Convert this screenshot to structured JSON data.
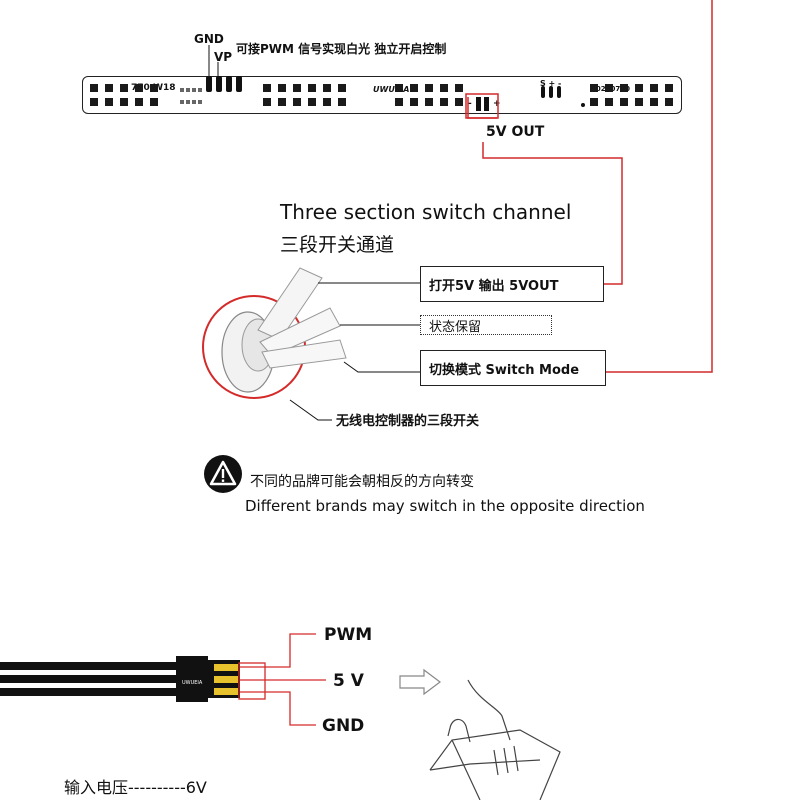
{
  "top": {
    "gnd": "GND",
    "vp": "VP",
    "pwm_note": "可接PWM 信号实现白光  独立开启控制",
    "board_model": "770-W18",
    "brand": "UWUEIA",
    "s_marks": "S + -",
    "date_code": "20230730",
    "pin_minus": "-",
    "pin_plus": "+",
    "out_label": "5V OUT"
  },
  "switch": {
    "title_en": "Three section switch channel",
    "title_cn": "三段开关通道",
    "pos1": "打开5V 输出    5VOUT",
    "pos2": "状态保留",
    "pos3": "切换模式  Switch Mode",
    "caption": "无线电控制器的三段开关"
  },
  "warning": {
    "cn": "不同的品牌可能会朝相反的方向转变",
    "en": "Different brands may switch in the opposite direction"
  },
  "cable": {
    "pwm": "PWM",
    "v5": "5 V",
    "gnd": "GND",
    "input_voltage": "输入电压----------6V",
    "connector_brand": "UWUEIA"
  },
  "colors": {
    "red": "#d42a2a",
    "black": "#111111"
  }
}
